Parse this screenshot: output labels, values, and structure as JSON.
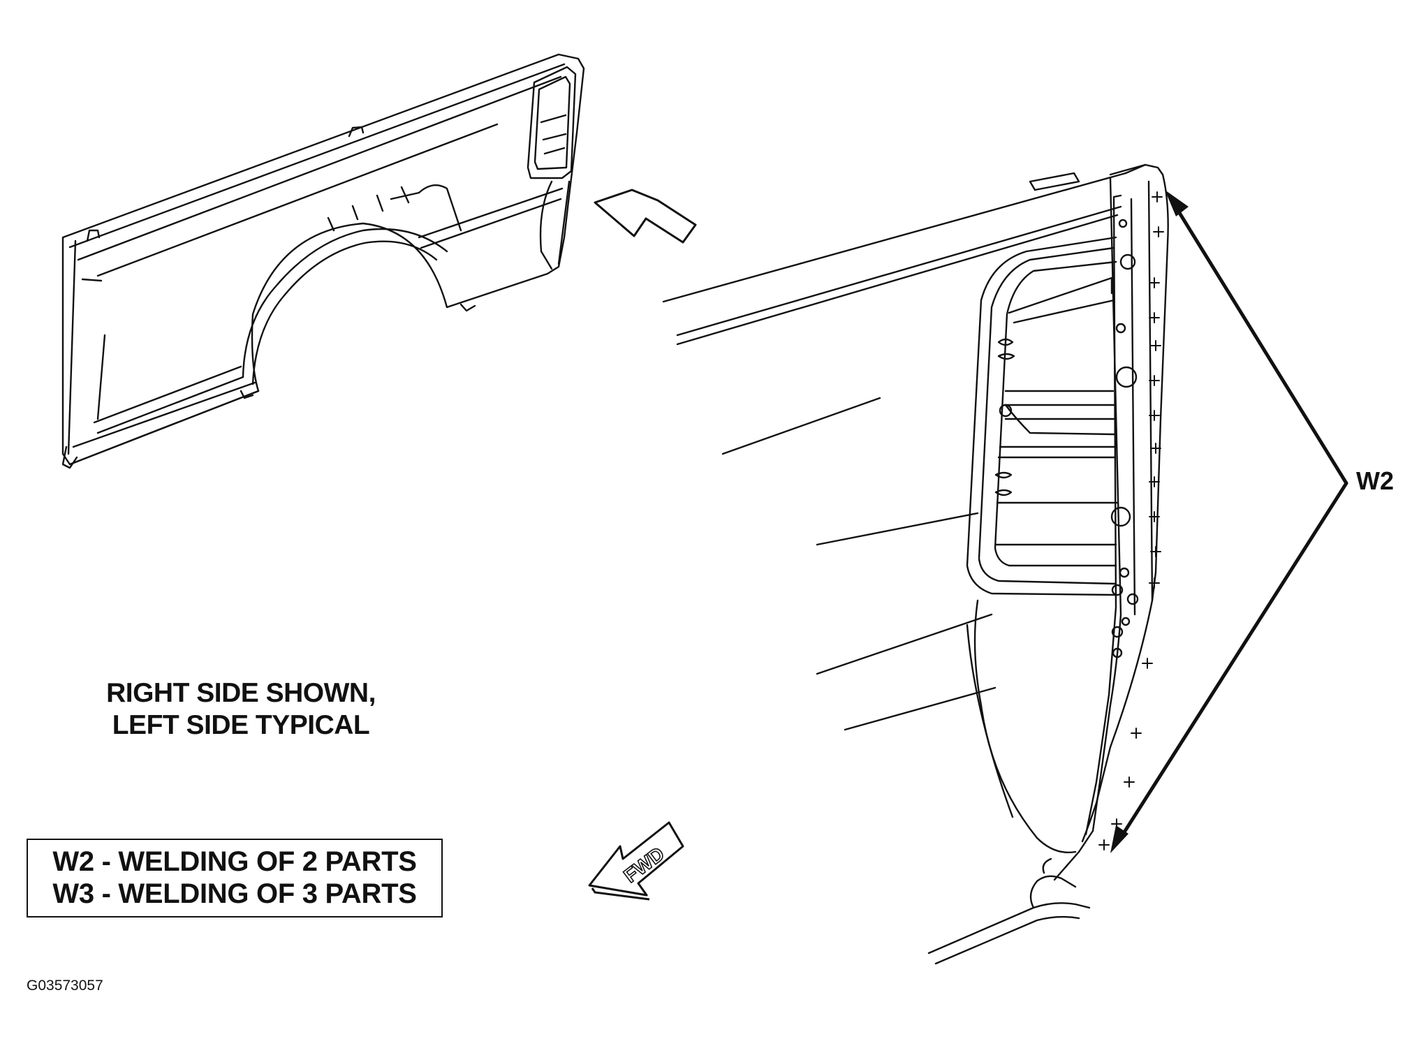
{
  "annotations": {
    "side_note_line1": "RIGHT SIDE SHOWN,",
    "side_note_line2": "LEFT SIDE TYPICAL",
    "weld_callout": "W2",
    "forward_arrow": "FWD"
  },
  "legend": {
    "items": [
      "W2 - WELDING OF 2 PARTS",
      "W3 - WELDING OF 3 PARTS"
    ]
  },
  "figure_id": "G03573057",
  "colors": {
    "line": "#111111",
    "background": "#ffffff"
  }
}
